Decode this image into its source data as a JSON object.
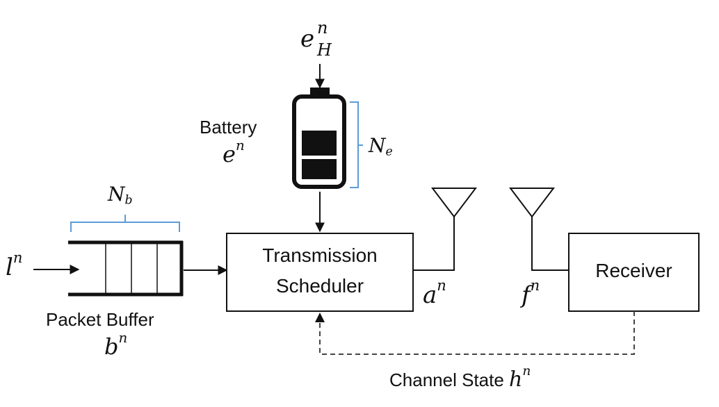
{
  "labels": {
    "battery_title": "Battery",
    "battery_var": {
      "base": "e",
      "sup": "n"
    },
    "harvest_var": {
      "base": "e",
      "sup": "n",
      "sub": "H"
    },
    "battery_capacity": {
      "base": "N",
      "sub": "e"
    },
    "buffer_capacity": {
      "base": "N",
      "sub": "b"
    },
    "arrival_var": {
      "base": "l",
      "sup": "n"
    },
    "buffer_title": "Packet Buffer",
    "buffer_var": {
      "base": "b",
      "sup": "n"
    },
    "scheduler_line1": "Transmission",
    "scheduler_line2": "Scheduler",
    "action_var": {
      "base": "a",
      "sup": "n"
    },
    "feedback_var": {
      "base": "f",
      "sup": "n"
    },
    "receiver_label": "Receiver",
    "channel_title": "Channel State",
    "channel_var": {
      "base": "h",
      "sup": "n"
    }
  },
  "colors": {
    "line": "#111111",
    "bracket": "#5b9bd5",
    "dashed": "#444444",
    "battery_fill": "#111111"
  },
  "battery_level": {
    "filled_cells": 2,
    "total_cells": 2
  }
}
